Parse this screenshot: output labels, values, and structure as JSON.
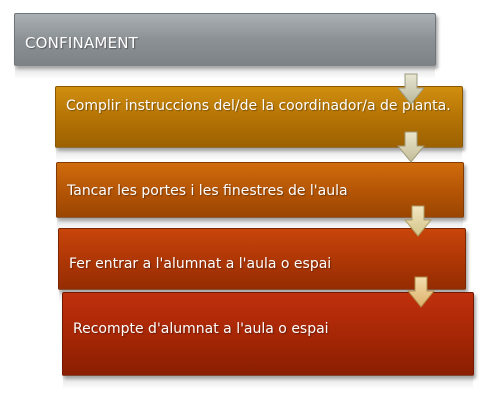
{
  "diagram": {
    "steps": [
      {
        "label": "CONFINAMENT",
        "color": "#8b9195"
      },
      {
        "label": "Complir instruccions del/de la coordinador/a de planta.",
        "color": "#b57404"
      },
      {
        "label": "Tancar les portes i les finestres de l'aula",
        "color": "#b35405"
      },
      {
        "label": "Fer entrar a l'alumnat a l'aula o espai",
        "color": "#ad3605"
      },
      {
        "label": "Recompte d'alumnat a l'aula o espai",
        "color": "#a42605"
      }
    ],
    "arrows": [
      {
        "icon": "down-arrow-icon",
        "color": "#c9c9a0"
      },
      {
        "icon": "down-arrow-icon",
        "color": "#c9c9a0"
      },
      {
        "icon": "down-arrow-icon",
        "color": "#e2d9a0"
      },
      {
        "icon": "down-arrow-icon",
        "color": "#e8c98a"
      }
    ]
  }
}
